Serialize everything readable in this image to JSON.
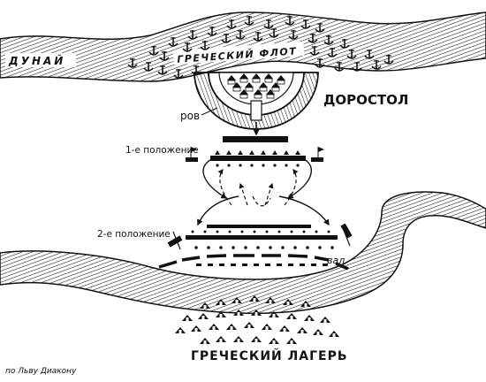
{
  "labels": {
    "river": "ДУНАЙ",
    "fleet": "ГРЕЧЕСКИЙ ФЛОТ",
    "city": "ДОРОСТОЛ",
    "moat": "ров",
    "position1": "1-е положение",
    "position2": "2-е положение",
    "rampart": "вал",
    "camp": "ГРЕЧЕСКИЙ ЛАГЕРЬ",
    "source": "по Льву Диакону"
  },
  "colors": {
    "ink": "#111111",
    "paper": "#ffffff"
  }
}
